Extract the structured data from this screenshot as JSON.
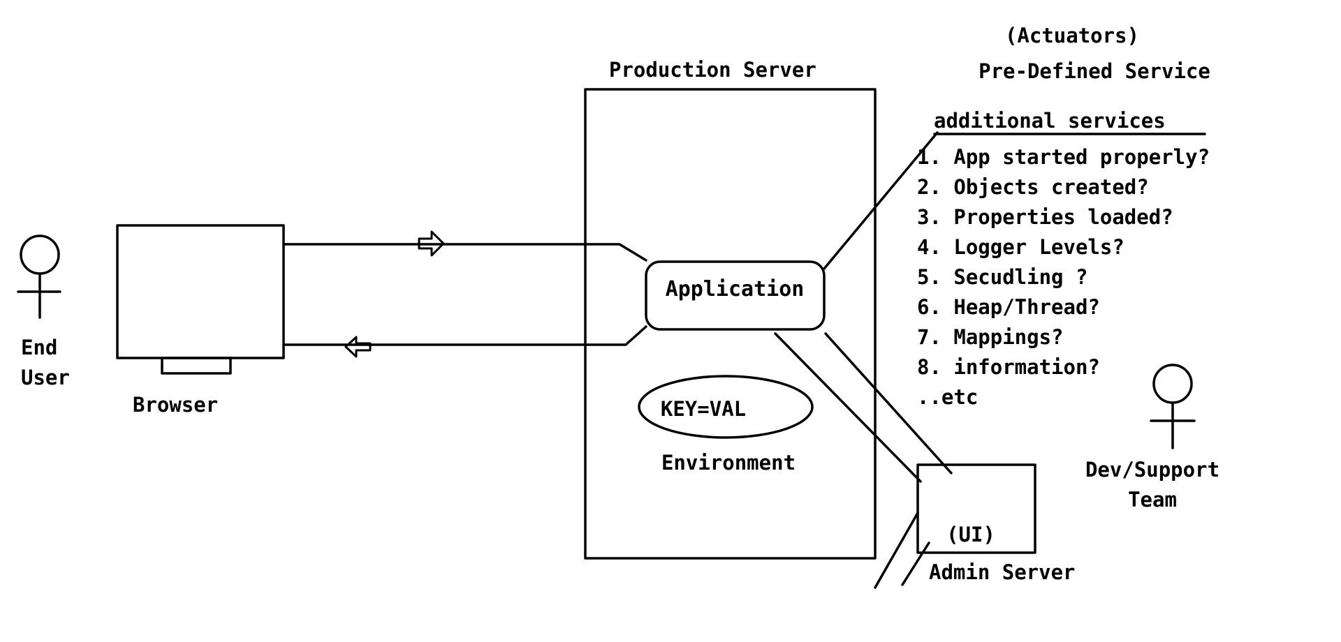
{
  "actors": {
    "end_user": [
      "End",
      "User"
    ],
    "dev_support": [
      "Dev/Support",
      "Team"
    ]
  },
  "browser": {
    "label": "Browser"
  },
  "production_server": {
    "label": "Production Server"
  },
  "application": {
    "label": "Application"
  },
  "environment": {
    "key_val": "KEY=VAL",
    "label": "Environment"
  },
  "admin_server": {
    "ui_label": "(UI)",
    "label": "Admin Server"
  },
  "actuators": {
    "title_1": "(Actuators)",
    "title_2": "Pre-Defined Service",
    "heading": "additional services",
    "items": [
      "1. App started properly?",
      "2. Objects created?",
      "3. Properties loaded?",
      "4. Logger Levels?",
      "5. Secudling ?",
      "6. Heap/Thread?",
      "7. Mappings?",
      "8. information?",
      "..etc"
    ]
  },
  "colors": {
    "ink": "#000000",
    "background": "#ffffff"
  }
}
